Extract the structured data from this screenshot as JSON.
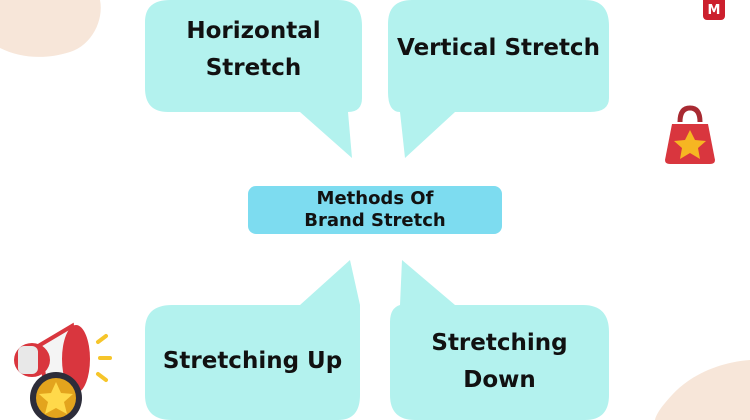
{
  "diagram": {
    "center": {
      "line1": "Methods Of",
      "line2": "Brand Stretch"
    },
    "bubbles": [
      {
        "line1": "Horizontal",
        "line2": "Stretch"
      },
      {
        "line1": "Vertical Stretch"
      },
      {
        "line1": "Stretching Up"
      },
      {
        "line1": "Stretching",
        "line2": "Down"
      }
    ]
  },
  "logo": {
    "letter": "M"
  },
  "colors": {
    "bubble_fill": "#b3f2ee",
    "center_fill": "#7ddcf0",
    "decor_blob": "#f7e6d9",
    "accent_red": "#d9363e",
    "star_gold": "#f6b622",
    "logo_red": "#cc1f2d"
  },
  "icons": [
    "shopping-bag-star-icon",
    "megaphone-star-icon",
    "brand-logo-icon"
  ]
}
